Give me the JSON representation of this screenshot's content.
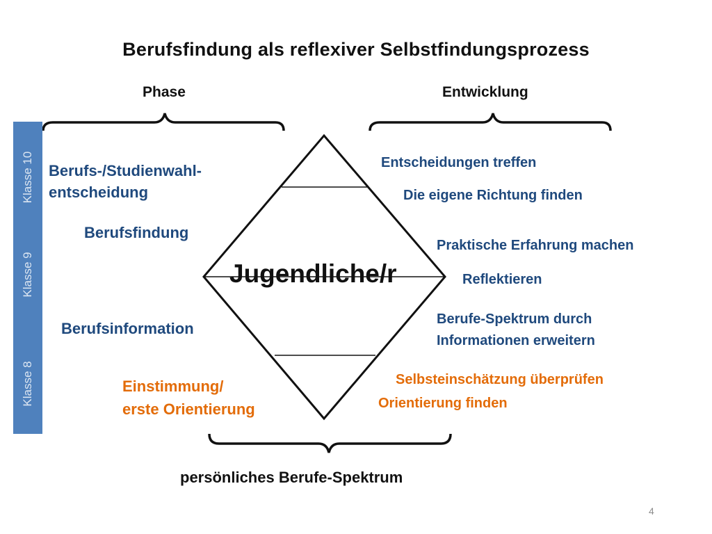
{
  "title": "Berufsfindung als reflexiver Selbstfindungsprozess",
  "headers": {
    "phase": "Phase",
    "entwicklung": "Entwicklung"
  },
  "klassen": [
    "Klasse 10",
    "Klasse 9",
    "Klasse 8"
  ],
  "phases": [
    {
      "lines": [
        "Berufs-/Studienwahl-",
        "entscheidung"
      ]
    },
    {
      "lines": [
        "Berufsfindung"
      ]
    },
    {
      "lines": [
        "Berufsinformation"
      ]
    },
    {
      "lines": [
        "Einstimmung/",
        "erste Orientierung"
      ]
    }
  ],
  "development": [
    "Entscheidungen treffen",
    "Die eigene Richtung finden",
    "Praktische Erfahrung machen",
    "Reflektieren",
    "Berufe-Spektrum durch",
    "Informationen erweitern",
    "Selbsteinschätzung überprüfen",
    "Orientierung finden"
  ],
  "center_label": "Jugendliche/r",
  "bottom_label": "persönliches Berufe-Spektrum",
  "page_number": "4",
  "colors": {
    "blue_text": "#1f497d",
    "orange_text": "#e36c09",
    "bar": "#4f81bd"
  }
}
